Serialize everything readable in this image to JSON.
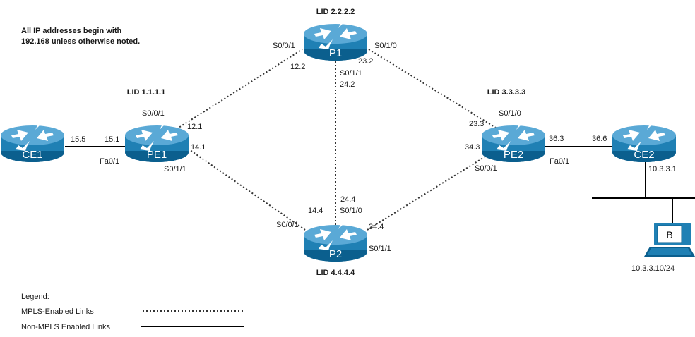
{
  "note": {
    "line1": "All IP addresses begin with",
    "line2": "192.168 unless otherwise noted."
  },
  "colors": {
    "router_body": "#1f80b4",
    "router_top": "#5aa9d6",
    "router_bottom": "#0b5f8e",
    "arrow": "#ffffff",
    "mpls_link": "#333333",
    "plain_link": "#000000"
  },
  "routers": {
    "ce1": {
      "name": "CE1",
      "icon": "router-icon"
    },
    "pe1": {
      "name": "PE1",
      "lid": "LID 1.1.1.1",
      "icon": "router-icon"
    },
    "p1": {
      "name": "P1",
      "lid": "LID 2.2.2.2",
      "icon": "router-icon"
    },
    "p2": {
      "name": "P2",
      "lid": "LID 4.4.4.4",
      "icon": "router-icon"
    },
    "pe2": {
      "name": "PE2",
      "lid": "LID 3.3.3.3",
      "icon": "router-icon"
    },
    "ce2": {
      "name": "CE2",
      "icon": "router-icon"
    }
  },
  "labels": {
    "ce1_ip": "15.5",
    "pe1_ce1_ip": "15.1",
    "pe1_fa": "Fa0/1",
    "pe1_s001": "S0/0/1",
    "pe1_ip_121": "12.1",
    "pe1_ip_141": "14.1",
    "pe1_s011": "S0/1/1",
    "p1_s001": "S0/0/1",
    "p1_ip_122": "12.2",
    "p1_s010": "S0/1/0",
    "p1_ip_232": "23.2",
    "p1_s011": "S0/1/1",
    "p1_ip_242": "24.2",
    "p2_ip_244": "24.4",
    "p2_s010": "S0/1/0",
    "p2_ip_144": "14.4",
    "p2_s001": "S0/0/1",
    "p2_ip_344": "34.4",
    "p2_s011": "S0/1/1",
    "pe2_s010": "S0/1/0",
    "pe2_ip_233": "23.3",
    "pe2_ip_343": "34.3",
    "pe2_s001": "S0/0/1",
    "pe2_ip_363": "36.3",
    "pe2_fa": "Fa0/1",
    "ce2_ip_366": "36.6",
    "ce2_lan_ip": "10.3.3.1"
  },
  "host": {
    "name": "B",
    "ip": "10.3.3.10/24",
    "icon": "computer-icon"
  },
  "legend": {
    "title": "Legend:",
    "mpls": "MPLS-Enabled Links",
    "non_mpls": "Non-MPLS Enabled Links"
  }
}
